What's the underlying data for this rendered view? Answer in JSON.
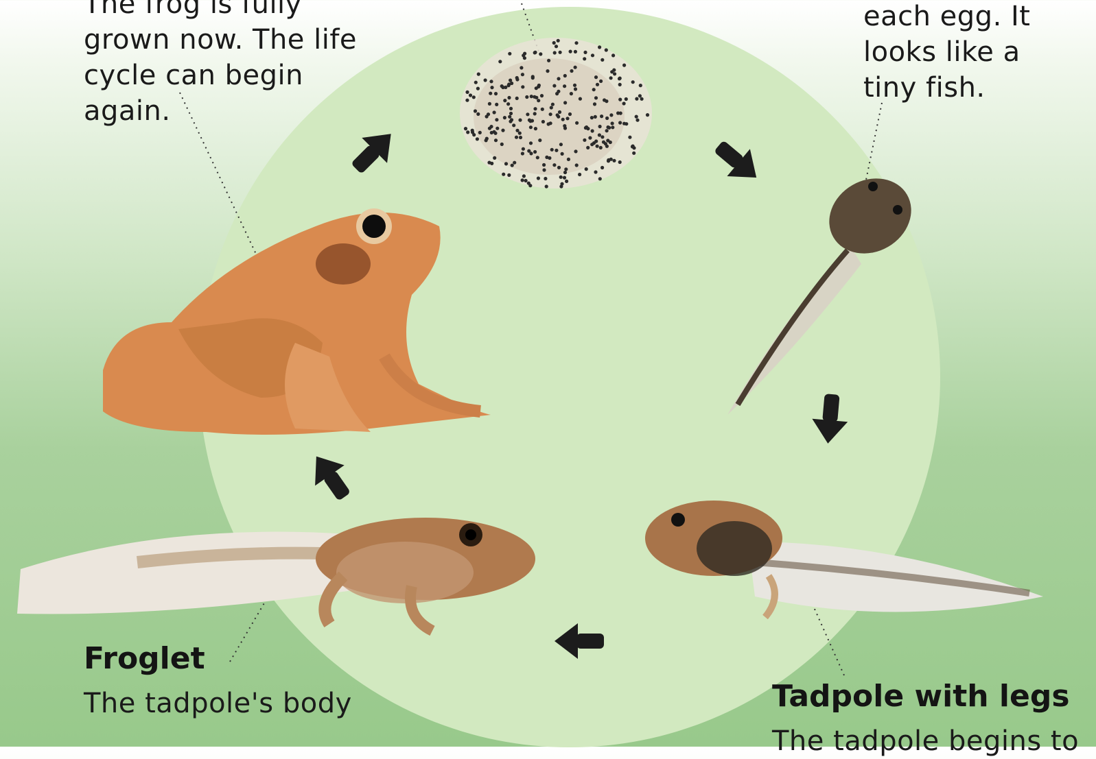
{
  "captions": {
    "frog_text": "The frog is fully grown now. The life cycle can begin again.",
    "hatch_text": "each egg. It looks like a tiny fish.",
    "froglet_heading": "Froglet",
    "froglet_text": "The tadpole's body",
    "legs_heading": "Tadpole with legs",
    "legs_text": "The tadpole begins to"
  },
  "colors": {
    "circle": "#d2e9c0",
    "arrow": "#1c1c1c",
    "frog": "#d98a4f",
    "tadpole": "#4a3a2a"
  }
}
